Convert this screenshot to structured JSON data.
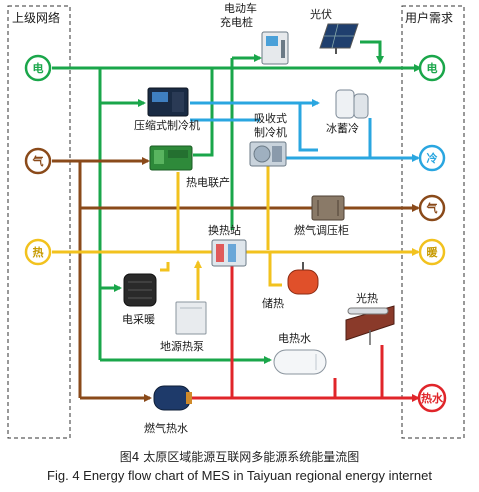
{
  "headers": {
    "left": "上级网络",
    "right": "用户需求"
  },
  "sources": {
    "electricity": "电",
    "gas": "气",
    "heat": "热"
  },
  "demands": {
    "electricity": "电",
    "cold": "冷",
    "gas": "气",
    "warm": "暖",
    "hot_water": "热水"
  },
  "equipment": {
    "ev_charger": [
      "电动车",
      "充电桩"
    ],
    "pv": "光伏",
    "compression_chiller": "压缩式制冷机",
    "absorption_chiller": [
      "吸收式",
      "制冷机"
    ],
    "ice_storage": "冰蓄冷",
    "chp": "热电联产",
    "gas_regulator": "燃气调压柜",
    "heat_exchange_station": "换热站",
    "electric_heater": "电采暖",
    "ground_source_heat_pump": "地源热泵",
    "heat_storage": "储热",
    "solar_thermal": "光热",
    "electric_water_heater": "电热水",
    "gas_water_heater": "燃气热水"
  },
  "colors": {
    "electricity": "#1aa64a",
    "cold": "#2aa6e0",
    "gas": "#8a4a1a",
    "heat": "#f2c21e",
    "hot_water": "#e0252a"
  },
  "caption": {
    "zh": "图4 太原区域能源互联网多能源系统能量流图",
    "en": "Fig. 4 Energy flow chart of MES in Taiyuan regional energy internet"
  }
}
